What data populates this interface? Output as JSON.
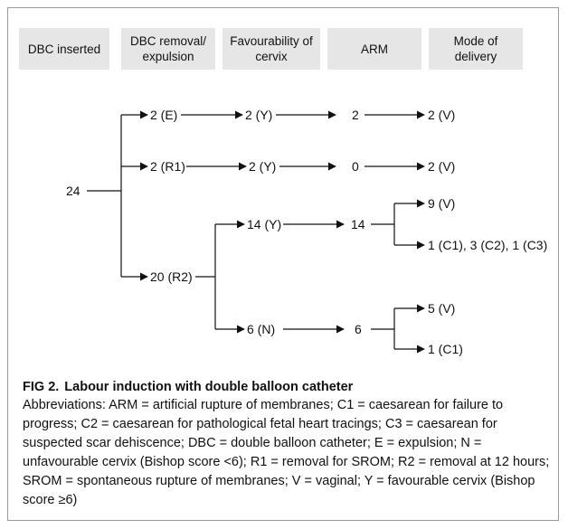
{
  "headers": {
    "dbc_inserted": "DBC inserted",
    "dbc_removal": "DBC removal/\nexpulsion",
    "favourability": "Favourability of\ncervix",
    "arm": "ARM",
    "mode": "Mode of\ndelivery"
  },
  "nodes": {
    "total": "24",
    "e_branch": "2 (E)",
    "e_cervix": "2 (Y)",
    "e_arm": "2",
    "e_delivery": "2 (V)",
    "r1_branch": "2 (R1)",
    "r1_cervix": "2 (Y)",
    "r1_arm": "0",
    "r1_delivery": "2 (V)",
    "r2_branch": "20 (R2)",
    "r2_fav": "14 (Y)",
    "r2_fav_arm": "14",
    "r2_fav_v": "9 (V)",
    "r2_fav_cs": "1 (C1), 3 (C2), 1 (C3)",
    "r2_unfav": "6 (N)",
    "r2_unfav_arm": "6",
    "r2_unfav_v": "5 (V)",
    "r2_unfav_cs": "1 (C1)"
  },
  "caption": {
    "label": "FIG 2.",
    "title": "Labour induction with double balloon catheter",
    "abbreviations": "Abbreviations: ARM = artificial rupture of membranes; C1 = caesarean for failure to progress; C2 = caesarean for pathological fetal heart tracings; C3 = caesarean for suspected scar dehiscence; DBC = double balloon catheter; E = expulsion; N = unfavourable cervix (Bishop score <6); R1 = removal for SROM; R2 = removal at 12 hours; SROM = spontaneous rupture of membranes; V = vaginal; Y = favourable cervix (Bishop score ≥6)"
  },
  "colors": {
    "header_bg": "#e6e6e6",
    "line": "#111111",
    "border": "#9a9a9a"
  }
}
